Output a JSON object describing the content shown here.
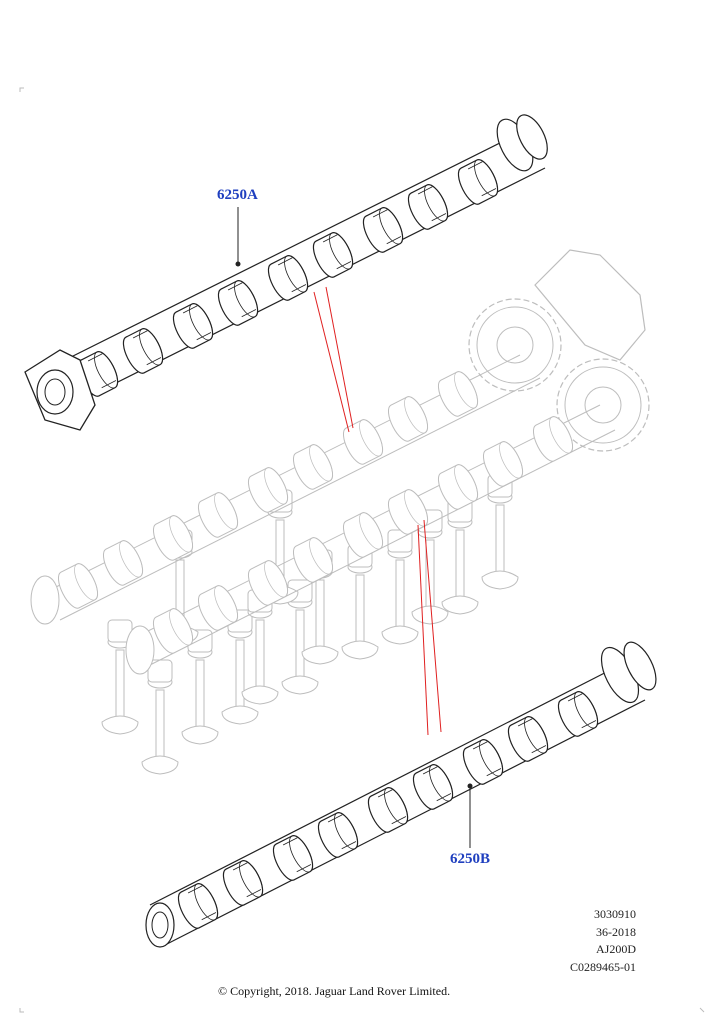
{
  "callouts": {
    "upper_part": "6250A",
    "lower_part": "6250B"
  },
  "reference": {
    "line1": "3030910",
    "line2": "36-2018",
    "line3": "AJ200D",
    "line4": "C0289465-01"
  },
  "copyright": "© Copyright, 2018. Jaguar Land Rover Limited.",
  "colors": {
    "callout_text": "#1f3fbf",
    "leader_highlight": "#e02020",
    "line_art": "#222222",
    "ghost_art": "#bdbdbd"
  }
}
